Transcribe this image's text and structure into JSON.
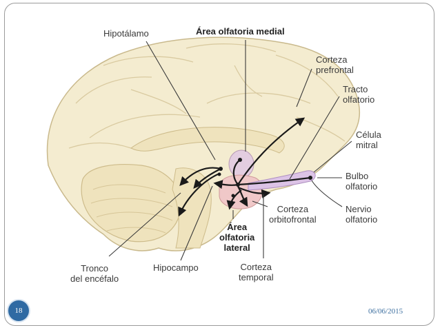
{
  "labels": {
    "hipotalamo": "Hipotálamo",
    "area_medial": "Área olfatoria medial",
    "corteza_prefrontal_1": "Corteza",
    "corteza_prefrontal_2": "prefrontal",
    "tracto_1": "Tracto",
    "tracto_2": "olfatorio",
    "celula_1": "Célula",
    "celula_2": "mitral",
    "bulbo_1": "Bulbo",
    "bulbo_2": "olfatorio",
    "corteza_orbito_1": "Corteza",
    "corteza_orbito_2": "orbitofrontal",
    "nervio_1": "Nervio",
    "nervio_2": "olfatorio",
    "area_lateral_1": "Área",
    "area_lateral_2": "olfatoria",
    "area_lateral_3": "lateral",
    "tronco_1": "Tronco",
    "tronco_2": "del encéfalo",
    "hipocampo": "Hipocampo",
    "corteza_temporal_1": "Corteza",
    "corteza_temporal_2": "temporal"
  },
  "footer": {
    "page_number": "18",
    "date": "06/06/2015"
  },
  "colors": {
    "brain_fill": "#f4ecd0",
    "brain_outline": "#c9b98c",
    "medial_area": "#e3cde0",
    "lateral_area": "#f0c8c8",
    "bulb": "#dcc3e6",
    "badge": "#2f6aa3",
    "date": "#3a6d9e"
  }
}
